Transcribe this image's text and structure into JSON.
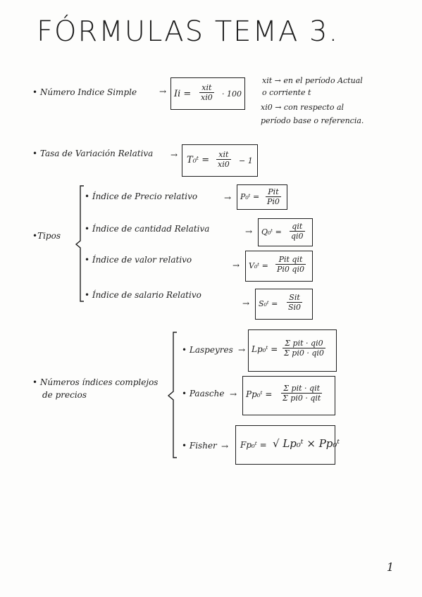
{
  "title": "FÓRMULAS TEMA 3.",
  "simple": {
    "label": "• Número Indice Simple",
    "arrow": "→",
    "lhs": "Ii =",
    "num": "xit",
    "den": "xi0",
    "tail": "· 100",
    "note1": "xit → en el período Actual",
    "note2": "o corriente t",
    "note3": "xi0 → con respecto al",
    "note4": "período base o referencia."
  },
  "tasa": {
    "label": "• Tasa de Variación Relativa",
    "arrow": "→",
    "lhs": "T₀ᵗ =",
    "num": "xit",
    "den": "xi0",
    "tail": "− 1"
  },
  "tipos": {
    "label": "•Tipos",
    "items": [
      {
        "label": "• Índice de Precio relativo",
        "arrow": "→",
        "lhs": "P₀ᵗ =",
        "num": "Pit",
        "den": "Pi0"
      },
      {
        "label": "• Índice de cantidad Relativa",
        "arrow": "→",
        "lhs": "Q₀ᵗ =",
        "num": "qit",
        "den": "qi0"
      },
      {
        "label": "• Índice de valor relativo",
        "arrow": "→",
        "lhs": "V₀ᵗ =",
        "num": "Pit qit",
        "den": "Pi0 qi0"
      },
      {
        "label": "• Índice de salario Relativo",
        "arrow": "→",
        "lhs": "S₀ᵗ =",
        "num": "Sit",
        "den": "Si0"
      }
    ]
  },
  "complejos": {
    "label1": "• Números índices complejos",
    "label2": "de precios",
    "items": [
      {
        "label": "• Laspeyres",
        "arrow": "→",
        "lhs": "Lp₀ᵗ =",
        "num": "Σ pit · qi0",
        "den": "Σ pi0 · qi0"
      },
      {
        "label": "• Paasche",
        "arrow": "→",
        "lhs": "Pp₀ᵗ =",
        "num": "Σ pit · qit",
        "den": "Σ pi0 · qit"
      },
      {
        "label": "• Fisher",
        "arrow": "→",
        "lhs": "Fp₀ᵗ =",
        "expr": "√ Lp₀ᵗ × Pp₀ᵗ"
      }
    ]
  },
  "page_number": "1"
}
